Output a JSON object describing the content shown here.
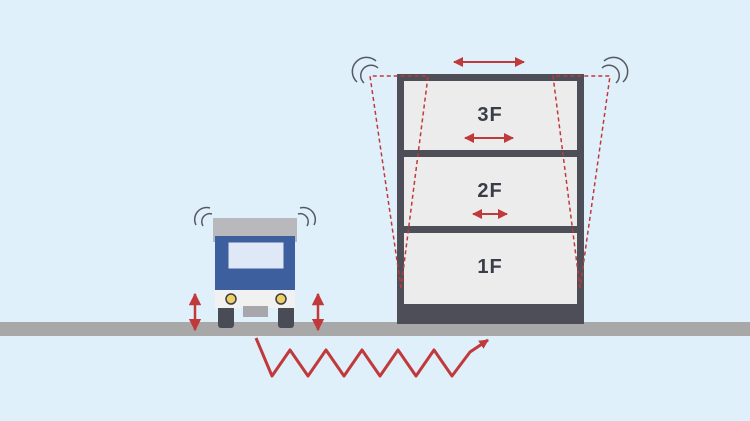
{
  "diagram": {
    "floors": [
      {
        "label": "3F"
      },
      {
        "label": "2F"
      },
      {
        "label": "1F"
      }
    ]
  },
  "colors": {
    "background": "#dff0fa",
    "ground": "#a8a8a8",
    "building_frame": "#4d4e58",
    "floor_fill": "#ececec",
    "truck_body": "#b9b9bd",
    "truck_cab": "#3e5f9e",
    "arrow_red": "#c0393b",
    "vibration_gray": "#555a60"
  }
}
